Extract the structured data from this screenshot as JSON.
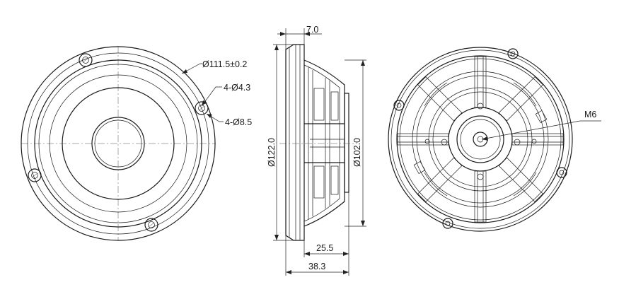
{
  "front_view": {
    "outer_diameter_label": "Ø111.5±0.2",
    "hole_label": "4-Ø4.3",
    "hole_outer_label": "4-Ø8.5"
  },
  "side_view": {
    "flange_thickness_label": "7.0",
    "overall_diameter_label": "Ø122.0",
    "frame_diameter_label": "Ø102.0",
    "magnet_depth_label": "25.5",
    "overall_depth_label": "38.3"
  },
  "rear_view": {
    "thread_label": "M6"
  }
}
